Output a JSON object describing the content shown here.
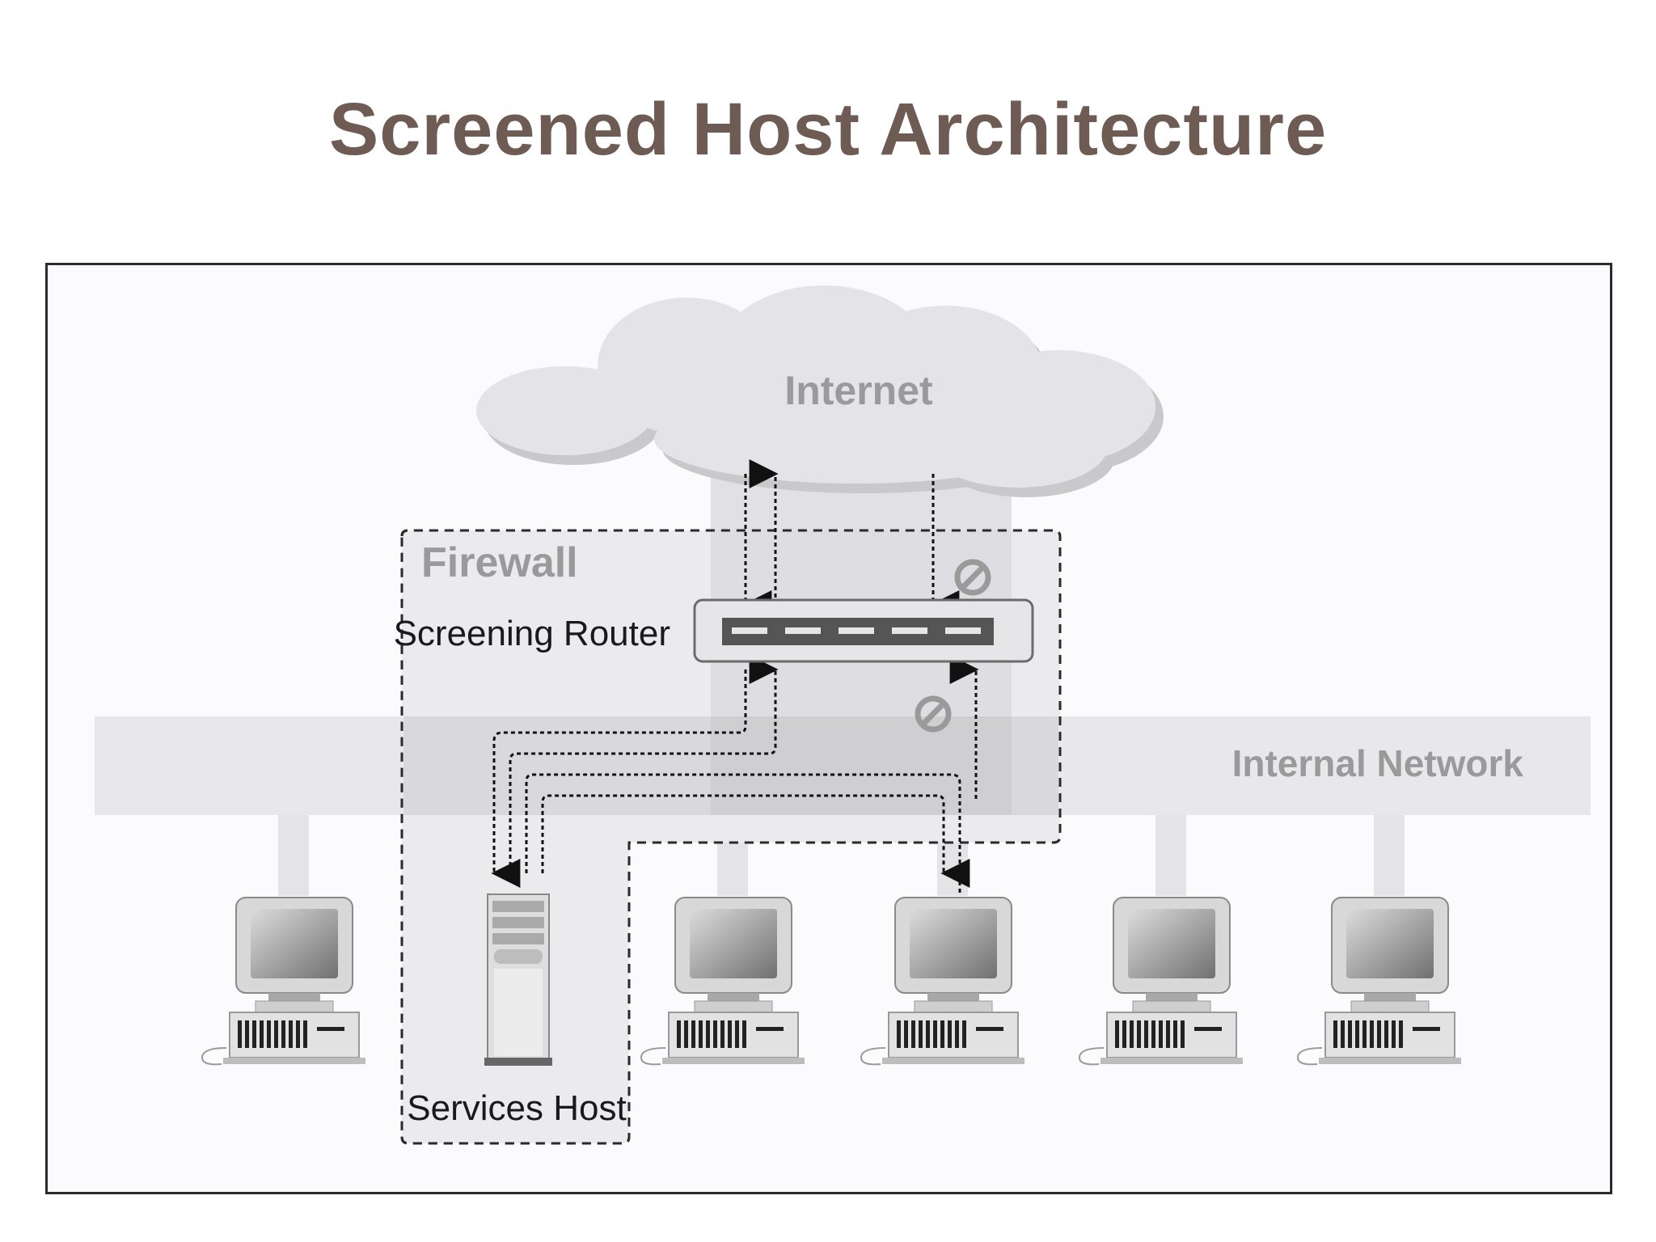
{
  "slide": {
    "title": "Screened Host Architecture"
  },
  "diagram": {
    "internet_label": "Internet",
    "firewall_label": "Firewall",
    "router_label": "Screening Router",
    "internal_network_label": "Internal Network",
    "services_host_label": "Services Host",
    "workstation_count": 5,
    "icons": [
      "cloud-icon",
      "router-icon",
      "blocked-icon",
      "server-icon",
      "workstation-icon"
    ]
  }
}
